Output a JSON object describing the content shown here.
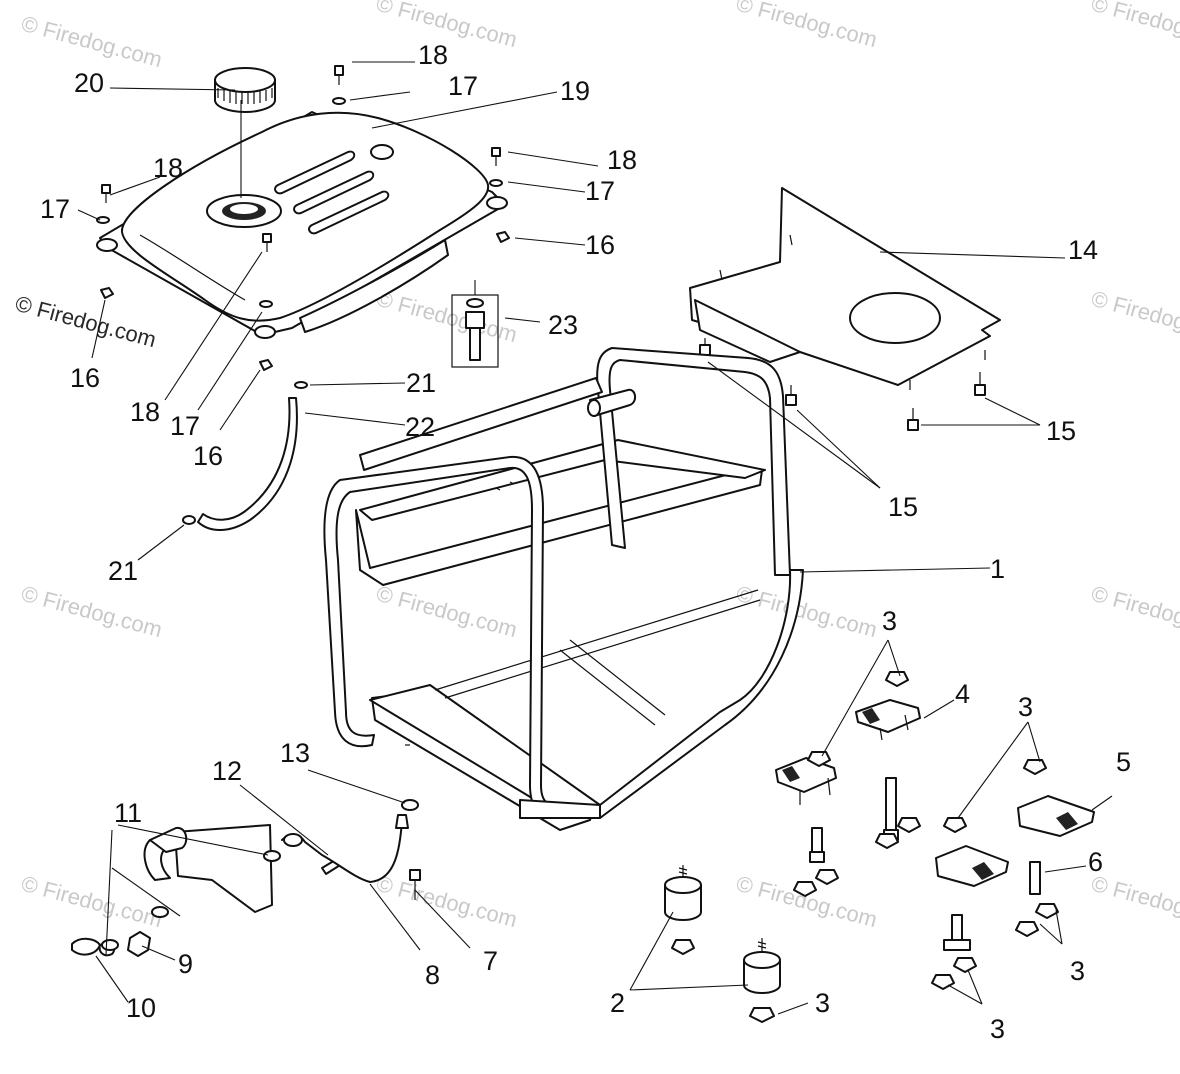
{
  "watermark": {
    "text": "© Firedog.com",
    "prominent_text": "© Firedog.com"
  },
  "callouts": {
    "c1": "1",
    "c2": "2",
    "c3a": "3",
    "c3b": "3",
    "c3c": "3",
    "c3d": "3",
    "c3e": "3",
    "c4": "4",
    "c5": "5",
    "c6": "6",
    "c7": "7",
    "c8": "8",
    "c9": "9",
    "c10": "10",
    "c11": "11",
    "c12": "12",
    "c13": "13",
    "c14": "14",
    "c15a": "15",
    "c15b": "15",
    "c16a": "16",
    "c16b": "16",
    "c16c": "16",
    "c17a": "17",
    "c17b": "17",
    "c17c": "17",
    "c17d": "17",
    "c18a": "18",
    "c18b": "18",
    "c18c": "18",
    "c18d": "18",
    "c19": "19",
    "c20": "20",
    "c21a": "21",
    "c21b": "21",
    "c22": "22",
    "c23": "23"
  }
}
